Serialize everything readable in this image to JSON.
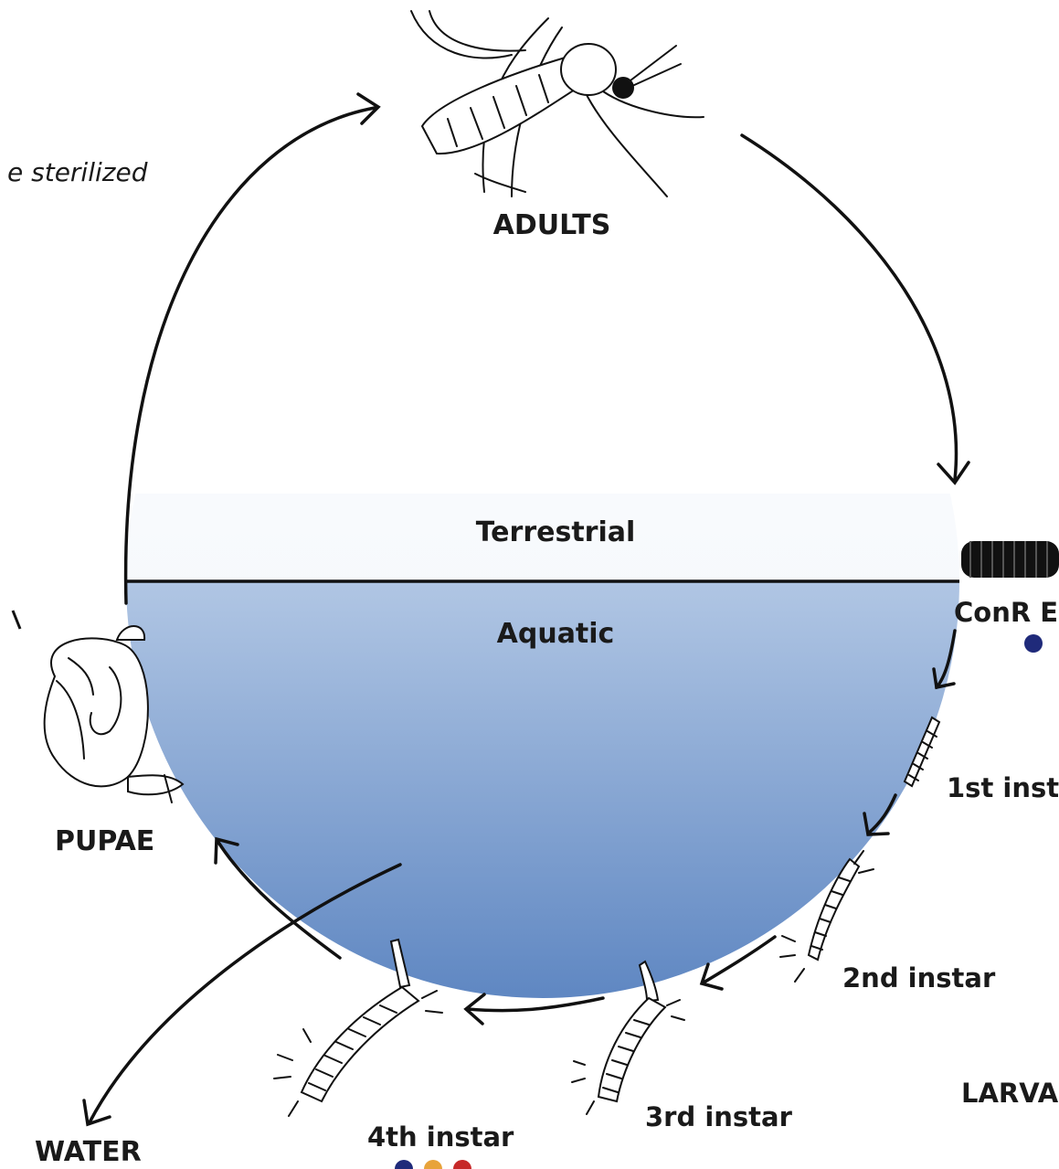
{
  "diagram": {
    "top_left_note": "e sterilized",
    "stages": {
      "adults": "ADULTS",
      "pupae": "PUPAE",
      "conr": "ConR E",
      "first_instar": "1st inst",
      "second_instar": "2nd instar",
      "third_instar": "3rd instar",
      "fourth_instar": "4th instar",
      "larva": "LARVA",
      "water": "WATER"
    },
    "zones": {
      "terrestrial": "Terrestrial",
      "aquatic": "Aquatic"
    },
    "colors": {
      "aquatic_top": "#f4f8fc",
      "aquatic_bottom": "#5f87c2",
      "dot_navy": "#1f2a7a",
      "dot_orange": "#e8a33a",
      "dot_red": "#c62828"
    }
  }
}
